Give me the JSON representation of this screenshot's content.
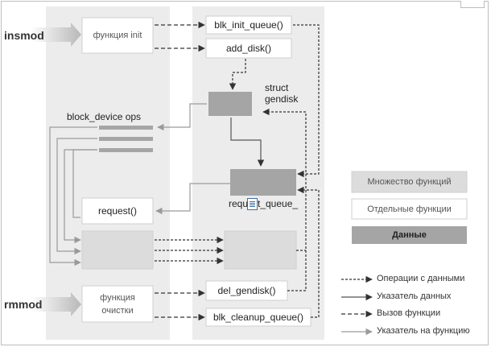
{
  "labels": {
    "insmod": "insmod",
    "rmmod": "rmmod",
    "func_init": "функция init",
    "blk_init_queue": "blk_init_queue()",
    "add_disk": "add_disk()",
    "struct_gendisk": "struct\ngendisk",
    "block_device_ops": "block_device ops",
    "request": "request()",
    "request_queue_a": "requ",
    "request_queue_b": "t_queue_",
    "func_cleanup": "функция\nочистки",
    "del_gendisk": "del_gendisk()",
    "blk_cleanup_queue": "blk_cleanup_queue()"
  },
  "legend": {
    "set_of_functions": "Множество функций",
    "single_functions": "Отдельные функции",
    "data": "Данные",
    "data_ops": "Операции с данными",
    "data_pointer": "Указатель данных",
    "func_call": "Вызов функции",
    "func_pointer": "Указатель на функцию"
  },
  "colors": {
    "region_bg": "#ececec",
    "data_box": "#a5a5a5",
    "set_box": "#dcdcdc",
    "border": "#cfcfcf",
    "line_dark": "#333333",
    "line_gray": "#9a9a9a"
  }
}
